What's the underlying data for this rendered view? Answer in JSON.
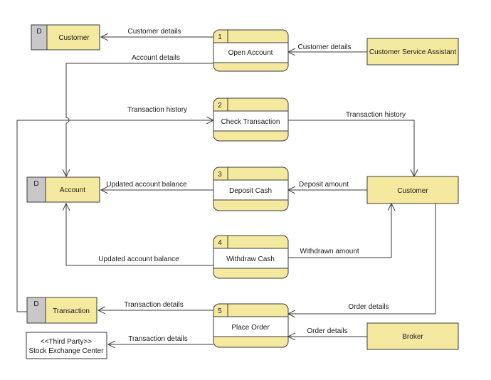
{
  "colors": {
    "fill": "#f5e9a0",
    "stroke": "#3a3a3a",
    "store_id_fill": "#c8c8c8",
    "line": "#3a3a3a"
  },
  "processes": [
    {
      "id": "1",
      "label": "Open Account"
    },
    {
      "id": "2",
      "label": "Check Transaction"
    },
    {
      "id": "3",
      "label": "Deposit Cash"
    },
    {
      "id": "4",
      "label": "Withdraw Cash"
    },
    {
      "id": "5",
      "label": "Place Order"
    }
  ],
  "stores": [
    {
      "id": "D",
      "label": "Customer"
    },
    {
      "id": "D",
      "label": "Account"
    },
    {
      "id": "D",
      "label": "Transaction"
    }
  ],
  "entities": [
    {
      "label": "Customer Service Assistant"
    },
    {
      "label": "Customer"
    },
    {
      "label": "Broker"
    }
  ],
  "third_party": {
    "stereotype": "<<Third Party>>",
    "label": "Stock Exchange Center"
  },
  "flows": [
    {
      "label": "Customer details"
    },
    {
      "label": "Customer details"
    },
    {
      "label": "Account details"
    },
    {
      "label": "Transaction history"
    },
    {
      "label": "Transaction history"
    },
    {
      "label": "Updated account balance"
    },
    {
      "label": "Deposit amount"
    },
    {
      "label": "Updated account balance"
    },
    {
      "label": "Withdrawn amount"
    },
    {
      "label": "Transaction details"
    },
    {
      "label": "Order details"
    },
    {
      "label": "Transaction details"
    },
    {
      "label": "Order details"
    }
  ]
}
